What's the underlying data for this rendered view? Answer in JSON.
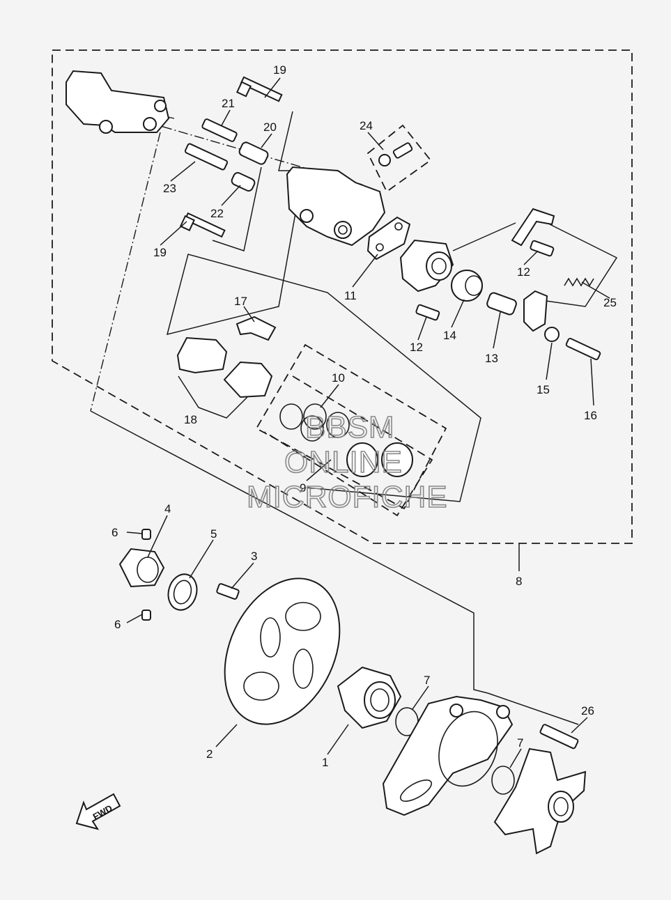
{
  "callouts": {
    "c1": "1",
    "c2": "2",
    "c3": "3",
    "c4": "4",
    "c5": "5",
    "c6a": "6",
    "c6b": "6",
    "c7a": "7",
    "c7b": "7",
    "c8": "8",
    "c9": "9",
    "c10": "10",
    "c11": "11",
    "c12a": "12",
    "c12b": "12",
    "c13": "13",
    "c14": "14",
    "c15": "15",
    "c16": "16",
    "c17": "17",
    "c18": "18",
    "c19a": "19",
    "c19b": "19",
    "c20": "20",
    "c21": "21",
    "c22": "22",
    "c23": "23",
    "c24": "24",
    "c25": "25",
    "c26": "26"
  },
  "watermark": {
    "line1": "BBSM",
    "line2": "ONLINE",
    "line3": "MICROFICHE"
  },
  "fwd_arrow": {
    "label": "FWD"
  }
}
